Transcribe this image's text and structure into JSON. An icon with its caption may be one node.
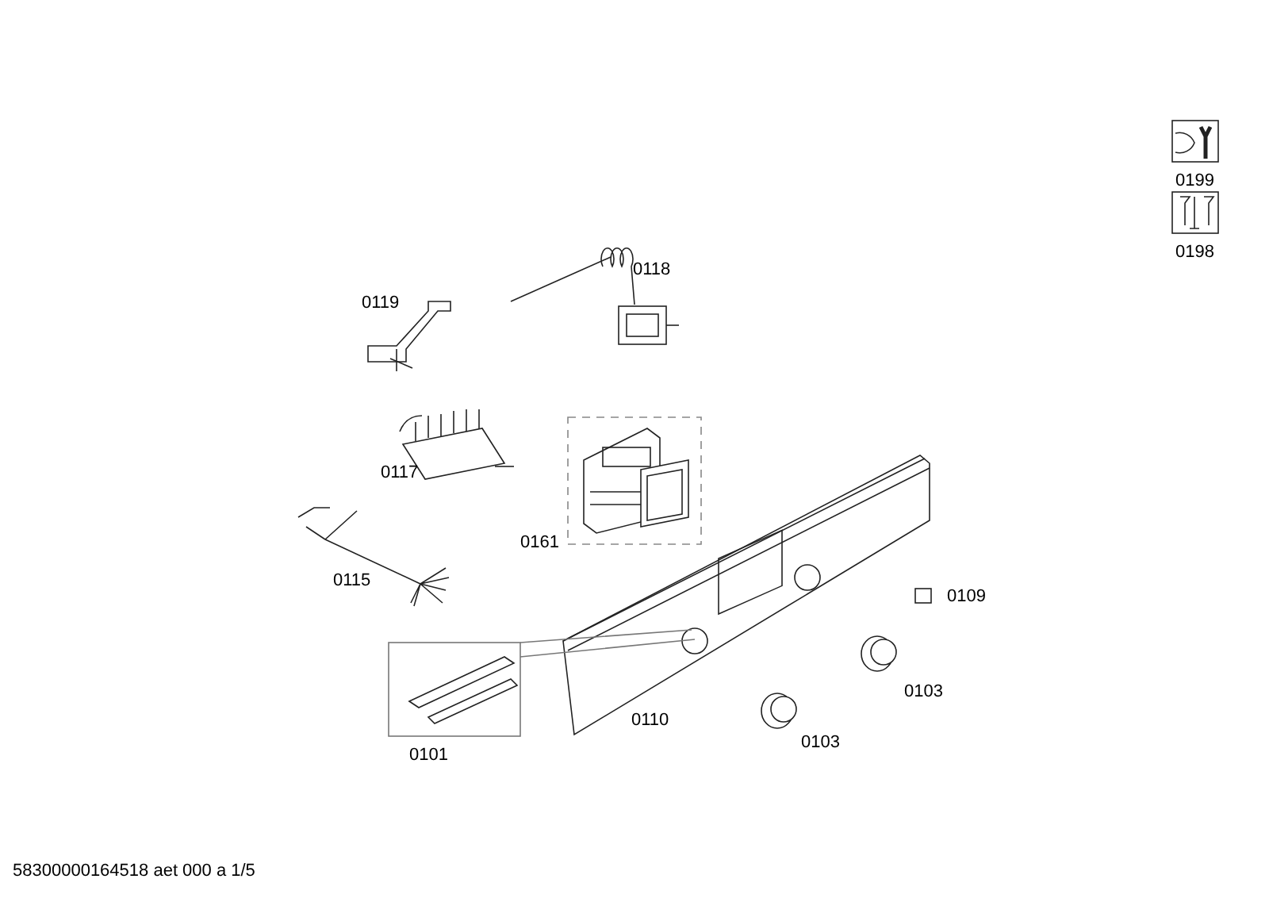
{
  "diagram": {
    "labels": [
      "0199",
      "0198",
      "0118",
      "0119",
      "0117",
      "0161",
      "0115",
      "0109",
      "0103",
      "0110",
      "0103",
      "0101"
    ],
    "caption": "58300000164518 aet 000 a 1/5"
  }
}
